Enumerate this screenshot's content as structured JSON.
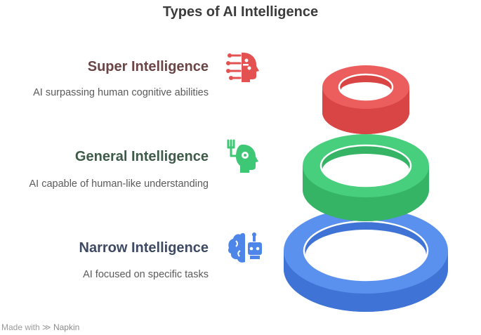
{
  "title": "Types of AI Intelligence",
  "levels": [
    {
      "heading": "Super Intelligence",
      "description": "AI surpassing human cognitive abilities",
      "color": "#e35151",
      "text_color": "#6b4545",
      "icon": "circuit-head-icon"
    },
    {
      "heading": "General Intelligence",
      "description": "AI capable of human-like understanding",
      "color": "#3ec774",
      "text_color": "#3e5a48",
      "icon": "gear-head-icon"
    },
    {
      "heading": "Narrow Intelligence",
      "description": "AI focused on specific tasks",
      "color": "#4d86e8",
      "text_color": "#3e4a63",
      "icon": "brain-robot-icon"
    }
  ],
  "footer": {
    "made_with": "Made with",
    "brand": "Napkin"
  }
}
